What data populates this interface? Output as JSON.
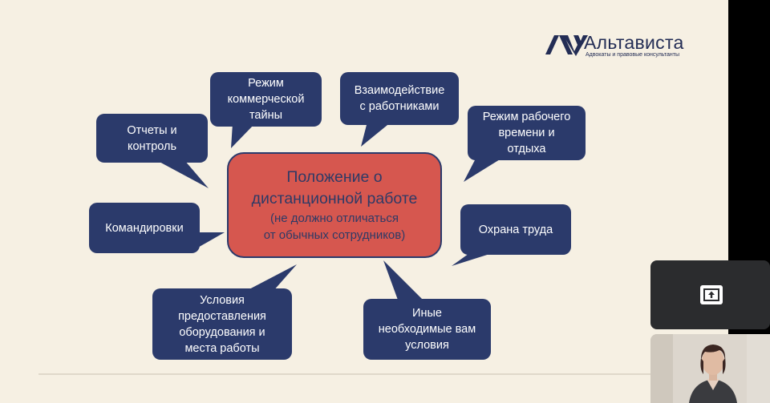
{
  "logo": {
    "mark": "AV",
    "name": "Альтависта",
    "tagline": "Адвокаты и правовые консультанты"
  },
  "center": {
    "title_lines": [
      "Положение о",
      "дистанционной работе"
    ],
    "note_lines": [
      "(не должно отличаться",
      "от обычных сотрудников)"
    ]
  },
  "bubbles": {
    "otchety": [
      "Отчеты и",
      "контроль"
    ],
    "rezhim_tayny": [
      "Режим",
      "коммерческой",
      "тайны"
    ],
    "vzaimodeystvie": [
      "Взаимодействие",
      "с работниками"
    ],
    "rezhim_vremeni": [
      "Режим рабочего",
      "времени и",
      "отдыха"
    ],
    "komandirovki": [
      "Командировки"
    ],
    "okhrana": [
      "Охрана труда"
    ],
    "usloviya": [
      "Условия",
      "предоставления",
      "оборудования и",
      "места работы"
    ],
    "inye": [
      "Иные",
      "необходимые вам",
      "условия"
    ]
  },
  "colors": {
    "slide_bg": "#f6f0e3",
    "bubble_fill": "#2b3a6b",
    "center_fill": "#d6574f",
    "center_text": "#2e3a66",
    "share_tile": "#2b2c2e"
  },
  "icons": {
    "share_screen": "present-to-all-icon"
  }
}
